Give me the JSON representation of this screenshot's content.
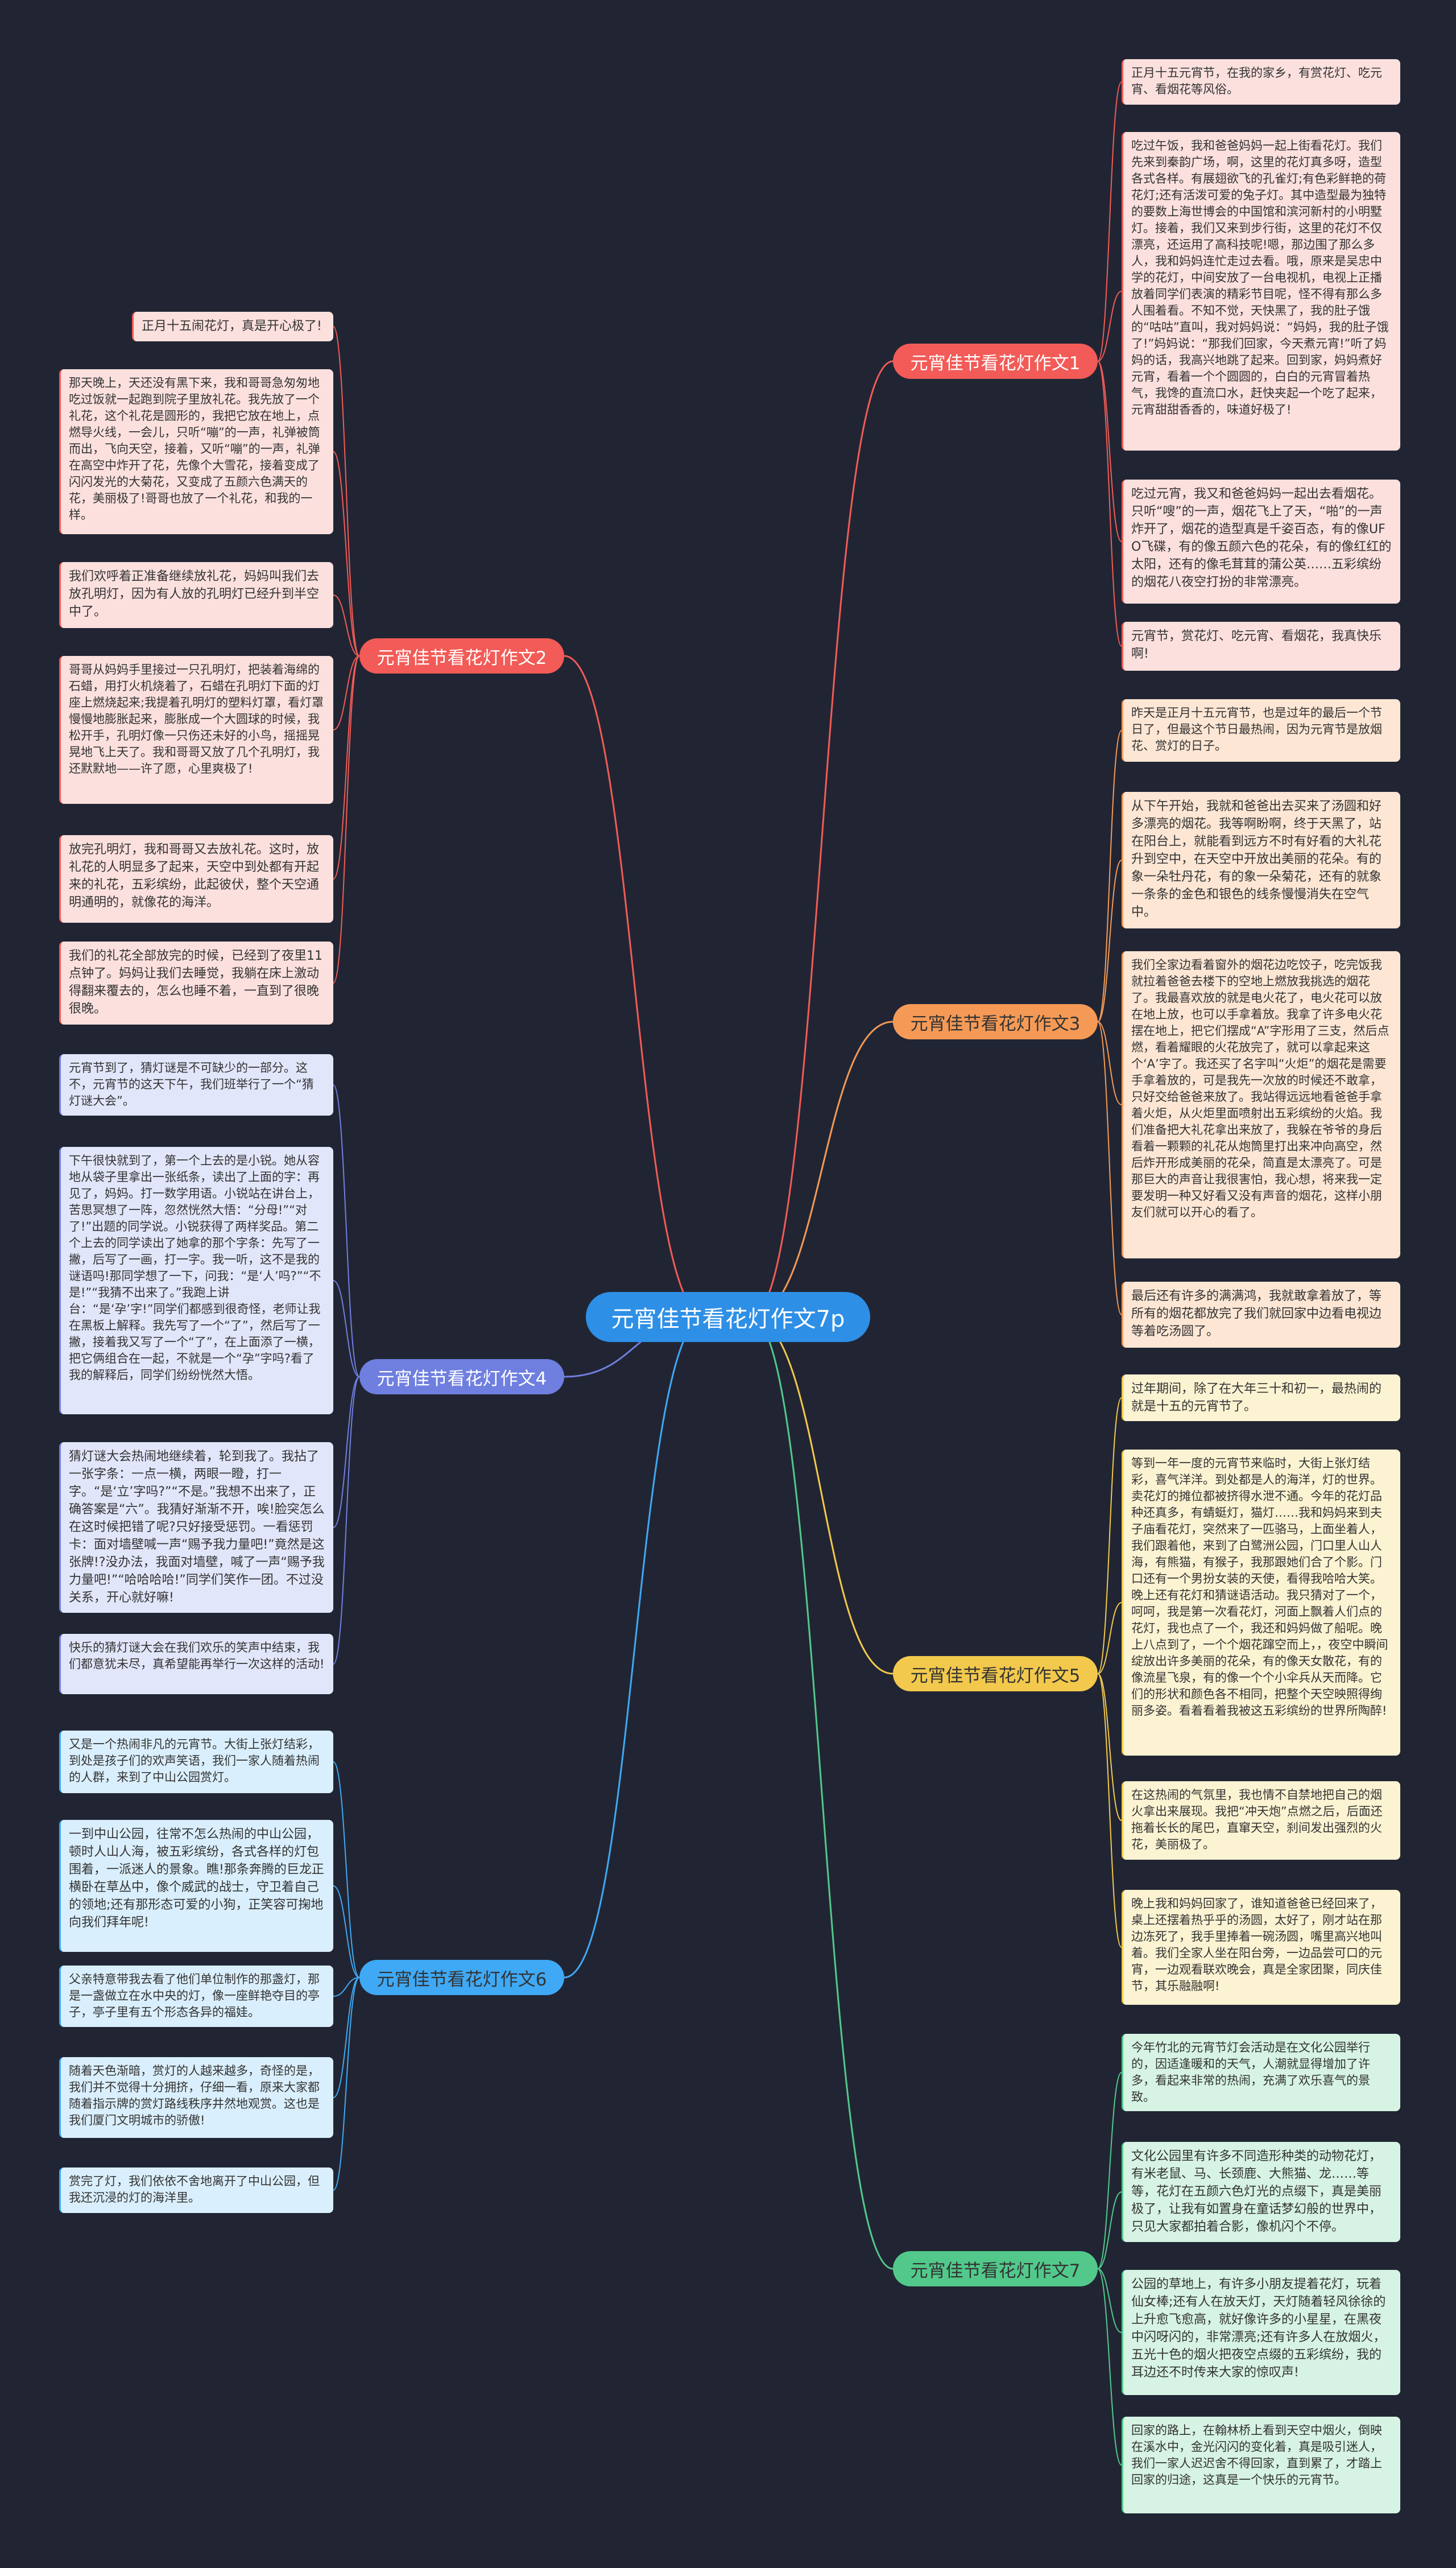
{
  "root": {
    "label": "元宵佳节看花灯作文7p"
  },
  "colors": {
    "background": "#212533",
    "root": "#2e8fe6",
    "b1": "#f25b57",
    "b2": "#f25b57",
    "b3": "#f59a56",
    "b4": "#6f7fe0",
    "b5": "#f2c94c",
    "b6": "#3fa9f5",
    "b7": "#52c98b"
  },
  "branches": [
    {
      "id": "b1",
      "label": "元宵佳节看花灯作文1",
      "side": "right",
      "leaves": [
        "正月十五元宵节，在我的家乡，有赏花灯、吃元宵、看烟花等风俗。",
        "吃过午饭，我和爸爸妈妈一起上街看花灯。我们先来到秦韵广场，啊，这里的花灯真多呀，造型各式各样。有展翅欲飞的孔雀灯;有色彩鲜艳的荷花灯;还有活泼可爱的兔子灯。其中造型最为独特的要数上海世博会的中国馆和滨河新村的小明墅灯。接着，我们又来到步行街，这里的花灯不仅漂亮，还运用了高科技呢!嗯，那边围了那么多人，我和妈妈连忙走过去看。哦，原来是吴忠中学的花灯，中间安放了一台电视机，电视上正播放着同学们表演的精彩节目呢，怪不得有那么多人围着看。不知不觉，天快黑了，我的肚子饿的“咕咕”直叫，我对妈妈说：“妈妈，我的肚子饿了!”妈妈说：“那我们回家，今天煮元宵!”听了妈妈的话，我高兴地跳了起来。回到家，妈妈煮好元宵，看着一个个圆圆的，白白的元宵冒着热气，我馋的直流口水，赶快夹起一个吃了起来，元宵甜甜香香的，味道好极了!",
        "吃过元宵，我又和爸爸妈妈一起出去看烟花。只听“嗖”的一声，烟花飞上了天，“啪”的一声炸开了，烟花的造型真是千姿百态，有的像UFO飞碟，有的像五颜六色的花朵，有的像红红的太阳，还有的像毛茸茸的蒲公英……五彩缤纷的烟花八夜空打扮的非常漂亮。",
        "元宵节，赏花灯、吃元宵、看烟花，我真快乐啊!"
      ]
    },
    {
      "id": "b2",
      "label": "元宵佳节看花灯作文2",
      "side": "left",
      "leaves": [
        "正月十五闹花灯，真是开心极了!",
        "那天晚上，天还没有黑下来，我和哥哥急匆匆地吃过饭就一起跑到院子里放礼花。我先放了一个礼花，这个礼花是圆形的，我把它放在地上，点燃导火线，一会儿，只听“嘣”的一声，礼弹被筒而出，飞向天空，接着，又听“嘣”的一声，礼弹在高空中炸开了花，先像个大雪花，接着变成了闪闪发光的大菊花，又变成了五颜六色满天的花，美丽极了!哥哥也放了一个礼花，和我的一样。",
        "我们欢呼着正准备继续放礼花，妈妈叫我们去放孔明灯，因为有人放的孔明灯已经升到半空中了。",
        "哥哥从妈妈手里接过一只孔明灯，把装着海绵的石蜡，用打火机烧着了，石蜡在孔明灯下面的灯座上燃烧起来;我提着孔明灯的塑料灯罩，看灯罩慢慢地膨胀起来，膨胀成一个大圆球的时候，我松开手，孔明灯像一只伤还未好的小鸟，摇摇晃晃地飞上天了。我和哥哥又放了几个孔明灯，我还默默地——许了愿，心里爽极了!",
        "放完孔明灯，我和哥哥又去放礼花。这时，放礼花的人明显多了起来，天空中到处都有开起来的礼花，五彩缤纷，此起彼伏，整个天空通明通明的，就像花的海洋。",
        "我们的礼花全部放完的时候，已经到了夜里11点钟了。妈妈让我们去睡觉，我躺在床上激动得翻来覆去的，怎么也睡不着，一直到了很晚很晚。"
      ]
    },
    {
      "id": "b3",
      "label": "元宵佳节看花灯作文3",
      "side": "right",
      "leaves": [
        "昨天是正月十五元宵节，也是过年的最后一个节日了，但最这个节日最热闹，因为元宵节是放烟花、赏灯的日子。",
        "从下午开始，我就和爸爸出去买来了汤圆和好多漂亮的烟花。我等啊盼啊，终于天黑了，站在阳台上，就能看到远方不时有好看的大礼花升到空中，在天空中开放出美丽的花朵。有的象一朵牡丹花，有的象一朵菊花，还有的就象一条条的金色和银色的线条慢慢消失在空气中。",
        "我们全家边看着窗外的烟花边吃饺子，吃完饭我就拉着爸爸去楼下的空地上燃放我挑选的烟花了。我最喜欢放的就是电火花了，电火花可以放在地上放，也可以手拿着放。我拿了许多电火花摆在地上，把它们摆成“A”字形用了三支，然后点燃，看着耀眼的火花放完了，就可以拿起来这个‘A’字了。我还买了名字叫“火炬”的烟花是需要手拿着放的，可是我先一次放的时候还不敢拿，只好交给爸爸来放了。我站得远远地看爸爸手拿着火炬，从火炬里面喷射出五彩缤纷的火焰。我们准备把大礼花拿出来放了，我躲在爷爷的身后看着一颗颗的礼花从炮筒里打出来冲向高空，然后炸开形成美丽的花朵，简直是太漂亮了。可是那巨大的声音让我很害怕，我心想，将来我一定要发明一种又好看又没有声音的烟花，这样小朋友们就可以开心的看了。",
        "最后还有许多的满满鸿，我就敢拿着放了，等所有的烟花都放完了我们就回家中边看电视边等着吃汤圆了。"
      ]
    },
    {
      "id": "b4",
      "label": "元宵佳节看花灯作文4",
      "side": "left",
      "leaves": [
        "元宵节到了，猜灯谜是不可缺少的一部分。这不，元宵节的这天下午，我们班举行了一个“猜灯谜大会”。",
        "下午很快就到了，第一个上去的是小锐。她从容地从袋子里拿出一张纸条，读出了上面的字：再见了，妈妈。打一数学用语。小锐站在讲台上，苦思冥想了一阵，忽然恍然大悟：“分母!”“对了!”出题的同学说。小锐获得了两样奖品。第二个上去的同学读出了她拿的那个字条：先写了一撇，后写了一画，打一字。我一听，这不是我的谜语吗!那同学想了一下，问我：“是‘人’吗?”“不是!”“我猜不出来了。”我跑上讲台：“是‘孕’字!”同学们都感到很奇怪，老师让我在黑板上解释。我先写了一个“了”，然后写了一撇，接着我又写了一个“了”，在上面添了一横，把它俩组合在一起，不就是一个“孕”字吗?看了我的解释后，同学们纷纷恍然大悟。",
        "猜灯谜大会热闹地继续着，轮到我了。我拈了一张字条：一点一横，两眼一瞪，打一字。“是‘立’字吗?”“不是。”我想不出来了，正确答案是“六”。我猜好渐渐不开，唉!脸突怎么在这时候把错了呢?只好接受惩罚。一看惩罚卡：面对墙壁喊一声“赐予我力量吧!”竟然是这张牌!?没办法，我面对墙壁，喊了一声“赐予我力量吧!”“哈哈哈哈!”同学们笑作一团。不过没关系，开心就好嘛!",
        "快乐的猜灯谜大会在我们欢乐的笑声中结束，我们都意犹未尽，真希望能再举行一次这样的活动!"
      ]
    },
    {
      "id": "b5",
      "label": "元宵佳节看花灯作文5",
      "side": "right",
      "leaves": [
        "过年期间，除了在大年三十和初一，最热闹的就是十五的元宵节了。",
        "等到一年一度的元宵节来临时，大街上张灯结彩，喜气洋洋。到处都是人的海洋，灯的世界。卖花灯的摊位都被挤得水泄不通。今年的花灯品种还真多，有蜻蜓灯，猫灯……我和妈妈来到夫子庙看花灯，突然来了一匹骆马，上面坐着人，我们跟着他，来到了白鹭洲公园，门口里人山人海，有熊猫，有猴子，我那跟她们合了个影。门口还有一个男扮女装的天使，看得我哈哈大笑。晚上还有花灯和猜谜语活动。我只猜对了一个，呵呵，我是第一次看花灯，河面上飘着人们点的花灯，我也点了一个，我还和妈妈做了船呢。晚上八点到了，一个个烟花蹿空而上，，夜空中瞬间绽放出许多美丽的花朵，有的像天女散花，有的像流星飞泉，有的像一个个小伞兵从天而降。它们的形状和颜色各不相同，把整个天空映照得绚丽多姿。看着看着我被这五彩缤纷的世界所陶醉!",
        "在这热闹的气氛里，我也情不自禁地把自己的烟火拿出来展现。我把“冲天炮”点燃之后，后面还拖着长长的尾巴，直窜天空，刹间发出强烈的火花，美丽极了。",
        "晚上我和妈妈回家了，谁知道爸爸已经回来了，桌上还摆着热乎乎的汤圆，太好了，刚才站在那边冻死了，我手里捧着一碗汤圆，嘴里高兴地叫着。我们全家人坐在阳台旁，一边品尝可口的元宵，一边观看联欢晚会，真是全家团聚，同庆佳节，其乐融融啊!"
      ]
    },
    {
      "id": "b6",
      "label": "元宵佳节看花灯作文6",
      "side": "left",
      "leaves": [
        "又是一个热闹非凡的元宵节。大街上张灯结彩，到处是孩子们的欢声笑语，我们一家人随着热闹的人群，来到了中山公园赏灯。",
        "一到中山公园，往常不怎么热闹的中山公园，顿时人山人海，被五彩缤纷，各式各样的灯包围着，一派迷人的景象。瞧!那条奔腾的巨龙正横卧在草丛中，像个威武的战士，守卫着自己的领地;还有那形态可爱的小狗，正笑容可掬地向我们拜年呢!",
        "父亲特意带我去看了他们单位制作的那盏灯，那是一盏做立在水中央的灯，像一座鲜艳夺目的亭子，亭子里有五个形态各异的福娃。",
        "随着天色渐暗，赏灯的人越来越多，奇怪的是，我们并不觉得十分拥挤，仔细一看，原来大家都随着指示牌的赏灯路线秩序井然地观赏。这也是我们厦门文明城市的骄傲!",
        "赏完了灯，我们依依不舍地离开了中山公园，但我还沉浸的灯的海洋里。"
      ]
    },
    {
      "id": "b7",
      "label": "元宵佳节看花灯作文7",
      "side": "right",
      "leaves": [
        "今年竹北的元宵节灯会活动是在文化公园举行的，因适逢暖和的天气，人潮就显得增加了许多，看起来非常的热闹，充满了欢乐喜气的景致。",
        "文化公园里有许多不同造形种类的动物花灯，有米老鼠、马、长颈鹿、大熊猫、龙……等等，花灯在五颜六色灯光的点缀下，真是美丽极了，让我有如置身在童话梦幻般的世界中，只见大家都拍着合影，像机闪个不停。",
        "公园的草地上，有许多小朋友提着花灯，玩着仙女棒;还有人在放天灯，天灯随着轻风徐徐的上升愈飞愈高，就好像许多的小星星，在黑夜中闪呀闪的，非常漂亮;还有许多人在放烟火，五光十色的烟火把夜空点缀的五彩缤纷，我的耳边还不时传来大家的惊叹声!",
        "回家的路上，在翰林桥上看到天空中烟火，倒映在溪水中，金光闪闪的变化着，真是吸引迷人，我们一家人迟迟舍不得回家，直到累了，才踏上回家的归途，这真是一个快乐的元宵节。"
      ]
    }
  ]
}
